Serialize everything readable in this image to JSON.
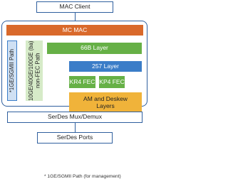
{
  "diagram": {
    "mac_client": "MAC Client",
    "mc_mac": "MC MAC",
    "layer_66b": "66B Layer",
    "layer_257": "257 Layer",
    "kr4_fec": "KR4 FEC",
    "kp4_fec": "KP4 FEC",
    "am_deskew": "AM and Deskew Layers",
    "sgmii_path": "*1GE/SGMII Path",
    "non_fec_path": "10GE/40GE/100GE (ba) non-FEC Path",
    "serdes_mux": "SerDes Mux/Demux",
    "serdes_ports": "SerDes Ports",
    "footnote": "* 1GE/SGMII Path (for management)"
  },
  "colors": {
    "outline": "#2f5f9e",
    "mac": "#d9692b",
    "green": "#66b046",
    "blue": "#3b7dc8",
    "yellow": "#f0b33a",
    "pale_blue": "#cfe0f3",
    "pale_green": "#d6ebc8"
  }
}
